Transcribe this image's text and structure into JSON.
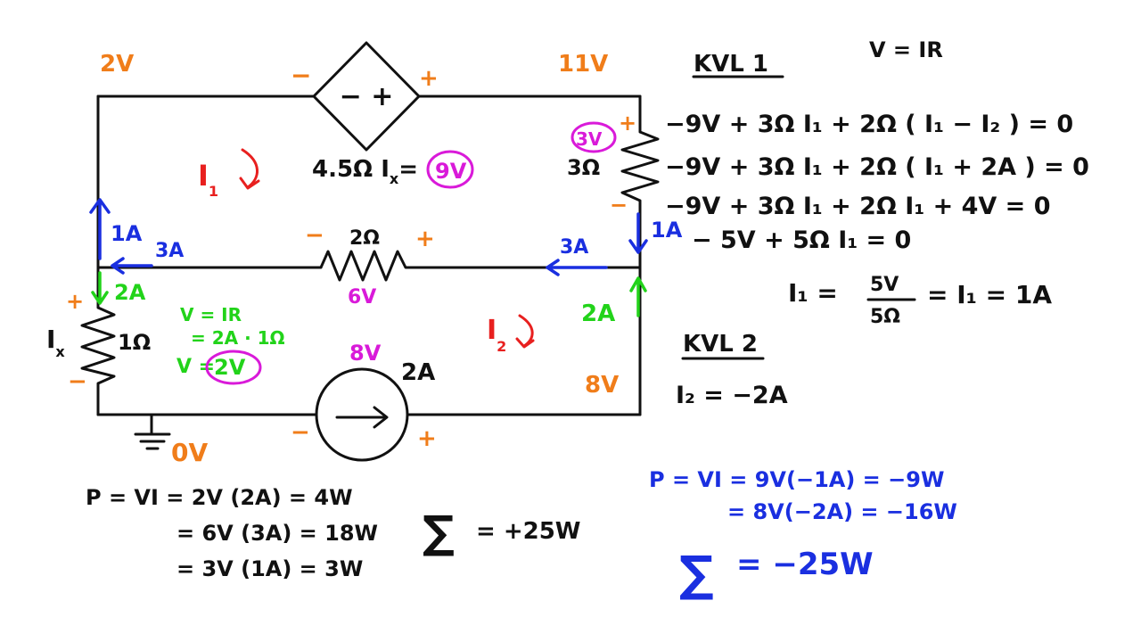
{
  "colors": {
    "ink": "#111111",
    "orange": "#f07d1a",
    "magenta": "#d91ad9",
    "red": "#e8201f",
    "blue": "#1a2fe0",
    "green": "#22d31a"
  },
  "circuit": {
    "node_voltages": {
      "top_left": "2V",
      "top_right": "11V",
      "bottom_right": "8V",
      "ground": "0V",
      "middle_resistor": "6V",
      "current_source": "8V"
    },
    "dependent_source": {
      "inner": "− +",
      "neg": "−",
      "pos": "+",
      "expr_prefix": "4.5Ω I",
      "expr_sub": "x",
      "expr_eq": "=",
      "value": "9V"
    },
    "resistor_right": {
      "label": "3Ω",
      "drop": "3V",
      "pos": "+",
      "neg": "−"
    },
    "resistor_middle": {
      "label": "2Ω",
      "neg": "−",
      "pos": "+"
    },
    "resistor_left": {
      "label": "1Ω",
      "current_label": "I",
      "current_sub": "x",
      "pos": "+",
      "neg": "−"
    },
    "current_source": {
      "value": "2A",
      "neg": "−",
      "pos": "+"
    },
    "loop_currents": [
      {
        "label": "I",
        "sub": "1"
      },
      {
        "label": "I",
        "sub": "2"
      }
    ],
    "branch_currents": {
      "left_up": "1A",
      "left_mid": "3A",
      "right_mid": "3A",
      "right_down": "1A",
      "left_down": "2A",
      "right_up": "2A"
    },
    "ohm_work": {
      "line1": "V = IR",
      "line2": "= 2A · 1Ω",
      "line3_prefix": "V =",
      "line3_value": "2V"
    }
  },
  "equations": {
    "ohms_law": "V = IR",
    "kvl1_title": "KVL 1",
    "kvl1_lines": [
      "−9V + 3Ω I₁ + 2Ω ( I₁ − I₂ ) = 0",
      "−9V + 3Ω I₁ + 2Ω ( I₁ + 2A ) = 0",
      "−9V + 3Ω I₁ + 2Ω I₁ + 4V   = 0",
      "− 5V   + 5Ω I₁   = 0"
    ],
    "i1_solution": {
      "lhs": "I₁ =",
      "num": "5V",
      "den": "5Ω",
      "rhs": "= I₁ = 1A"
    },
    "kvl2_title": "KVL 2",
    "kvl2_line": "I₂ = −2A"
  },
  "power_absorbed": [
    "P = VI  = 2V (2A) = 4W",
    "= 6V (3A)  = 18W",
    "= 3V (1A)  = 3W"
  ],
  "power_absorbed_sum": {
    "symbol": "∑",
    "value": "= +25W"
  },
  "power_supplied": [
    "P = VI  = 9V(−1A)  = −9W",
    "= 8V(−2A)  = −16W"
  ],
  "power_supplied_sum": {
    "symbol": "∑",
    "value": "= −25W"
  }
}
